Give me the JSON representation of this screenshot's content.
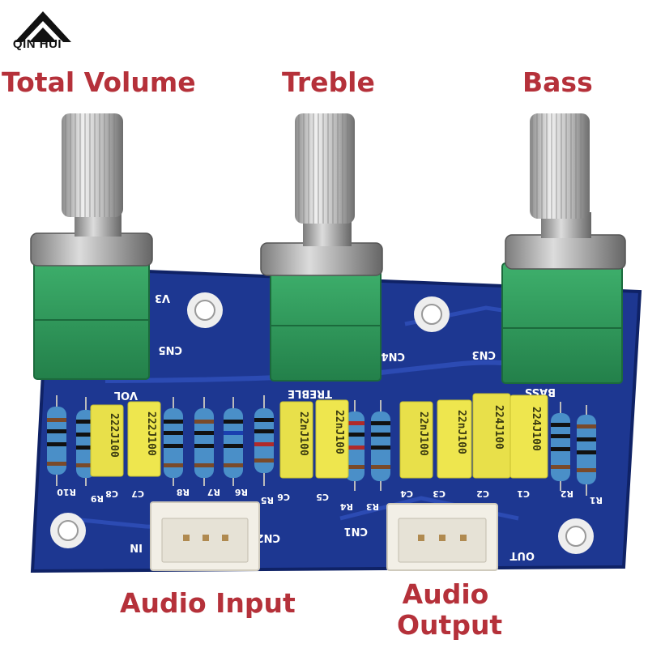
{
  "logo": {
    "brand": "QIN HUI"
  },
  "captions": {
    "total_volume": "Total Volume",
    "treble": "Treble",
    "bass": "Bass",
    "audio_input": "Audio Input",
    "audio_output_line1": "Audio",
    "audio_output_line2": "Output"
  },
  "silkscreen": {
    "v3": "V3",
    "cn5": "CN5",
    "cn4": "CN4",
    "cn3": "CN3",
    "cn2": "CN2",
    "cn1": "CN1",
    "vol": "VOL",
    "treble": "TREBLE",
    "bass": "BASS",
    "in": "IN",
    "out": "OUT",
    "r10": "R10",
    "r9": "R9",
    "c8": "C8",
    "c7": "C7",
    "r8": "R8",
    "r7": "R7",
    "r6": "R6",
    "r5": "R5",
    "c6": "C6",
    "c5": "C5",
    "r4": "R4",
    "r3": "R3",
    "c4": "C4",
    "c3": "C3",
    "c2": "C2",
    "c1": "C1",
    "r2": "R2",
    "r1": "R1"
  },
  "capacitors": {
    "c8": "222J100",
    "c7": "222J100",
    "c6": "22nJ100",
    "c5": "22nJ100",
    "c4": "22nJ100",
    "c3": "22nJ100",
    "c2": "224J100",
    "c1": "224J100"
  },
  "colors": {
    "caption": "#b5313a",
    "pcb": "#1e3a9c",
    "pot_green": "#2f9a5c",
    "capacitor": "#e8e04a",
    "resistor": "#4a8fc8",
    "connector": "#f2efe6"
  }
}
